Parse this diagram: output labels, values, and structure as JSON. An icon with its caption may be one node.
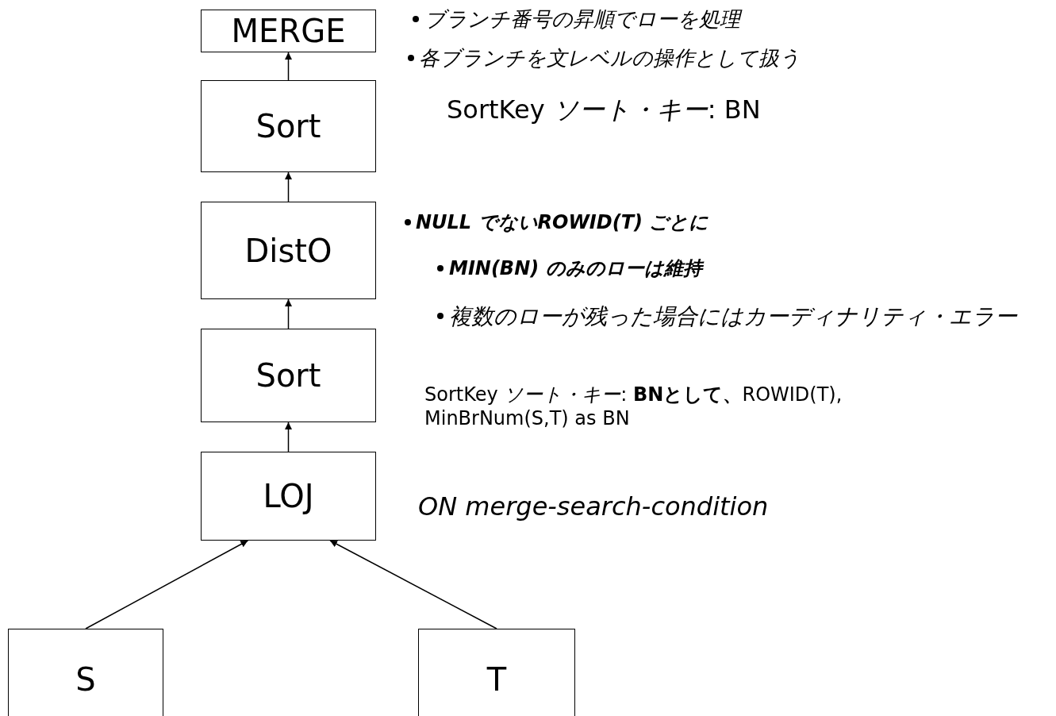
{
  "diagram": {
    "nodes": [
      {
        "text": [
          "MERGE"
        ],
        "beside": [
          "*ブランチ番号の昇順でローを処理*",
          "*各ブランチを文レベルの操作として扱う*"
        ]
      },
      {
        "text": [
          "Sort"
        ],
        "beside": [
          "SortKey *ソート・キー*: BN"
        ]
      },
      {
        "text": [
          "DistO"
        ],
        "beside": [
          "NULL でないROWID(T) ごとに",
          "MIN(BN) のみのローは維持",
          "複数のローが残った場合にはカーディナリティ・エラー"
        ]
      },
      {
        "text": [
          "Sort"
        ],
        "beside": [
          "SortKey *ソート・キー*: **BNとして、**ROWID(T), MinBrNum(S,T) as BN"
        ]
      },
      {
        "text": [
          "LOJ"
        ],
        "beside": [
          "ON merge-search-condition"
        ]
      },
      {
        "text": [
          "S"
        ]
      },
      {
        "text": [
          "T"
        ]
      }
    ],
    "edges": [
      {
        "from": 1,
        "to": 0,
        "arrow": "to"
      },
      {
        "from": 2,
        "to": 1,
        "arrow": "to"
      },
      {
        "from": 3,
        "to": 2,
        "arrow": "to"
      },
      {
        "from": 4,
        "to": 3,
        "arrow": "to"
      },
      {
        "from": 5,
        "to": 4,
        "arrow": "to"
      },
      {
        "from": 6,
        "to": 4,
        "arrow": "to"
      }
    ]
  }
}
